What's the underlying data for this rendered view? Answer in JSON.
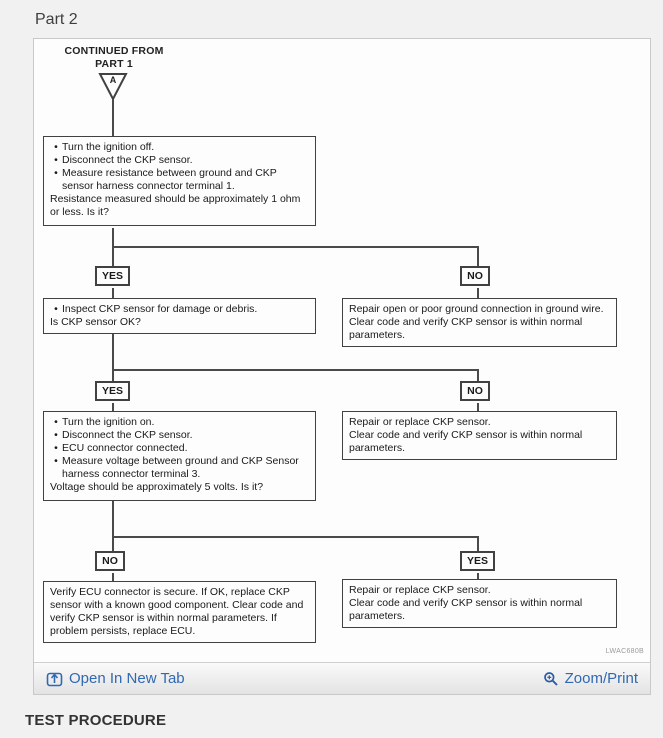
{
  "page": {
    "title": "Part 2",
    "section_heading": "TEST PROCEDURE"
  },
  "colors": {
    "accent_blue": "#3069b3",
    "diagram_line": "#414141",
    "page_bg": "#f1f1f1"
  },
  "diagram": {
    "continued_from_line1": "CONTINUED FROM",
    "continued_from_line2": "PART 1",
    "connector_letter": "A",
    "watermark": "LWAC680B",
    "branch_labels": [
      "YES",
      "NO",
      "YES",
      "NO",
      "NO",
      "YES"
    ],
    "boxes": {
      "step1": {
        "bullets": [
          "Turn the ignition off.",
          "Disconnect the CKP sensor.",
          "Measure resistance between ground and CKP sensor harness connector terminal 1."
        ],
        "question": "Resistance measured should be approximately 1 ohm or less. Is it?"
      },
      "inspect": {
        "bullets": [
          "Inspect CKP sensor for damage or debris."
        ],
        "question": "Is CKP sensor OK?"
      },
      "repair_ground": {
        "lines": [
          "Repair open or poor ground connection in ground wire. Clear code and verify CKP sensor is within normal parameters."
        ]
      },
      "step2": {
        "bullets": [
          "Turn the ignition on.",
          "Disconnect the CKP sensor.",
          "ECU connector connected.",
          "Measure voltage between ground and CKP Sensor harness connector terminal 3."
        ],
        "question": "Voltage should be approximately 5 volts. Is it?"
      },
      "repair_replace_no": {
        "lines": [
          "Repair or replace CKP sensor.",
          "Clear code and verify CKP sensor is within normal parameters."
        ]
      },
      "verify_ecu": {
        "lines": [
          "Verify ECU connector is secure. If OK, replace CKP sensor with a known good component. Clear code and verify CKP sensor is within normal parameters.  If problem persists, replace ECU."
        ]
      },
      "repair_replace_yes": {
        "lines": [
          "Repair or replace CKP sensor.",
          "Clear code and verify CKP sensor is within normal parameters."
        ]
      }
    }
  },
  "toolbar": {
    "open_in_new_tab": "Open In New Tab",
    "zoom_print": "Zoom/Print"
  }
}
